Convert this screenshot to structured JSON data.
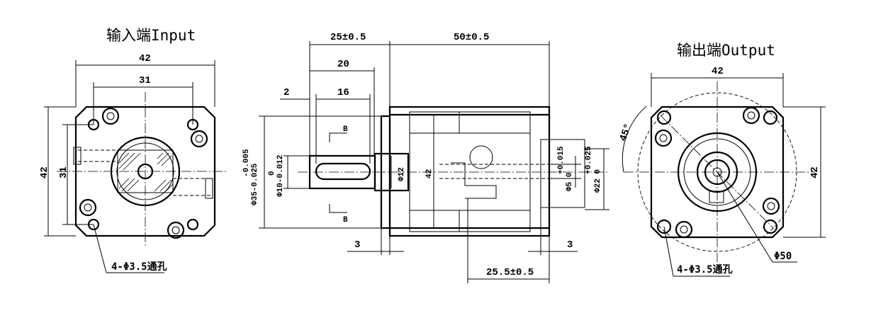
{
  "views": {
    "input": {
      "title": "输入端Input",
      "width": "42",
      "hole_spacing": "31",
      "height": "42",
      "height_spacing": "31",
      "hole_note": "4-Φ3.5通孔"
    },
    "side": {
      "dim_25": "25±0.5",
      "dim_50": "50±0.5",
      "dim_20": "20",
      "dim_16": "16",
      "dim_2": "2",
      "dim_3_left": "3",
      "dim_3_right": "3",
      "dim_255": "25.5±0.5",
      "phi35": "Φ35-0.025",
      "phi35_tol_top": "-0.005",
      "phi10": "Φ10-0.012",
      "phi10_tol_top": "0",
      "phi12": "Φ12",
      "h42": "42",
      "phi5": "Φ5 0",
      "phi5_tol": "+0.015",
      "phi22": "Φ22 0",
      "phi22_tol": "+0.025",
      "section_b": "B"
    },
    "output": {
      "title": "输出端Output",
      "width": "42",
      "height": "42",
      "angle": "45°",
      "hole_note": "4-Φ3.5通孔",
      "pcd": "Φ50"
    }
  }
}
